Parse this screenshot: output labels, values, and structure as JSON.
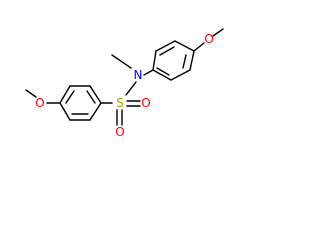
{
  "molecule": {
    "atoms": {
      "oxygen_top_right": "O",
      "nitrogen": "N",
      "oxygen_left": "O",
      "sulfur": "S",
      "oxygen_sulfonyl_right": "O",
      "oxygen_sulfonyl_bottom": "O"
    },
    "colors": {
      "bond": "#000000",
      "nitrogen": "#0000ff",
      "oxygen": "#ff0000",
      "sulfur": "#b8a000"
    }
  }
}
